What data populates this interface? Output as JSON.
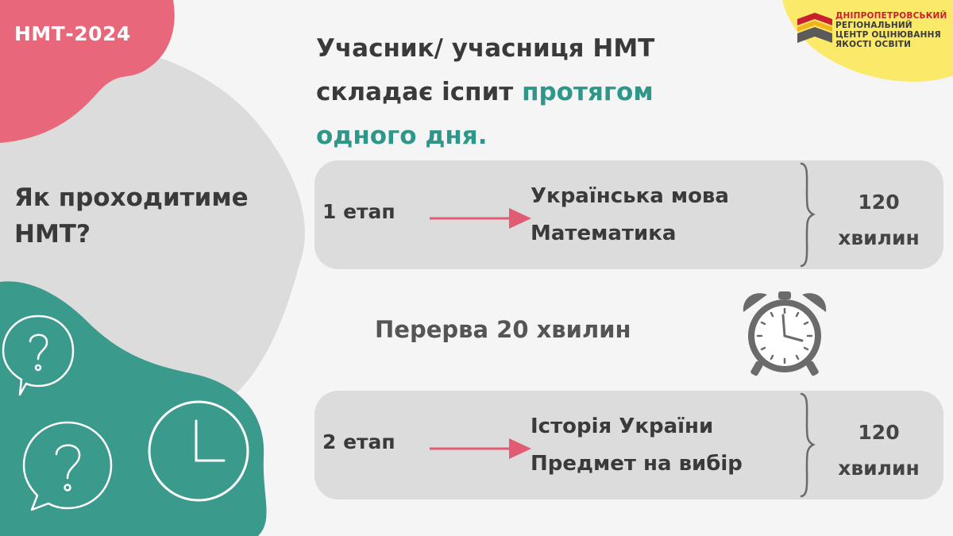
{
  "tag": "НМТ-2024",
  "question": "Як проходитиме НМТ?",
  "headline": {
    "line1": "Учасник/ учасниця НМТ",
    "line2_prefix": "складає іспит ",
    "line2_highlight": "протягом",
    "line3_highlight": "одного дня."
  },
  "stages": [
    {
      "label": "1 етап",
      "subjects": [
        "Українська мова",
        "Математика"
      ],
      "duration_number": "120",
      "duration_unit": "хвилин"
    },
    {
      "label": "2 етап",
      "subjects": [
        "Історія України",
        "Предмет на вибір"
      ],
      "duration_number": "120",
      "duration_unit": "хвилин"
    }
  ],
  "break_text": "Перерва 20 хвилин",
  "logo": {
    "line1": "ДНІПРОПЕТРОВСЬКИЙ",
    "line2": "РЕГІОНАЛЬНИЙ",
    "line3": "ЦЕНТР ОЦІНЮВАННЯ",
    "line4": "ЯКОСТІ ОСВІТИ"
  },
  "icons": [
    "question-bubble-icon",
    "question-bubble-icon",
    "clock-icon",
    "alarm-clock-icon",
    "arrow-right-icon",
    "brace-icon",
    "logo-mark-icon"
  ],
  "colors": {
    "background": "#f5f5f5",
    "gray_shape": "#dcdcdc",
    "pink": "#e8677a",
    "teal": "#3a9a8c",
    "yellow": "#fbe96a",
    "highlight_text": "#2e9789",
    "arrow": "#e15b72",
    "dark_text": "#3a3a3a"
  }
}
